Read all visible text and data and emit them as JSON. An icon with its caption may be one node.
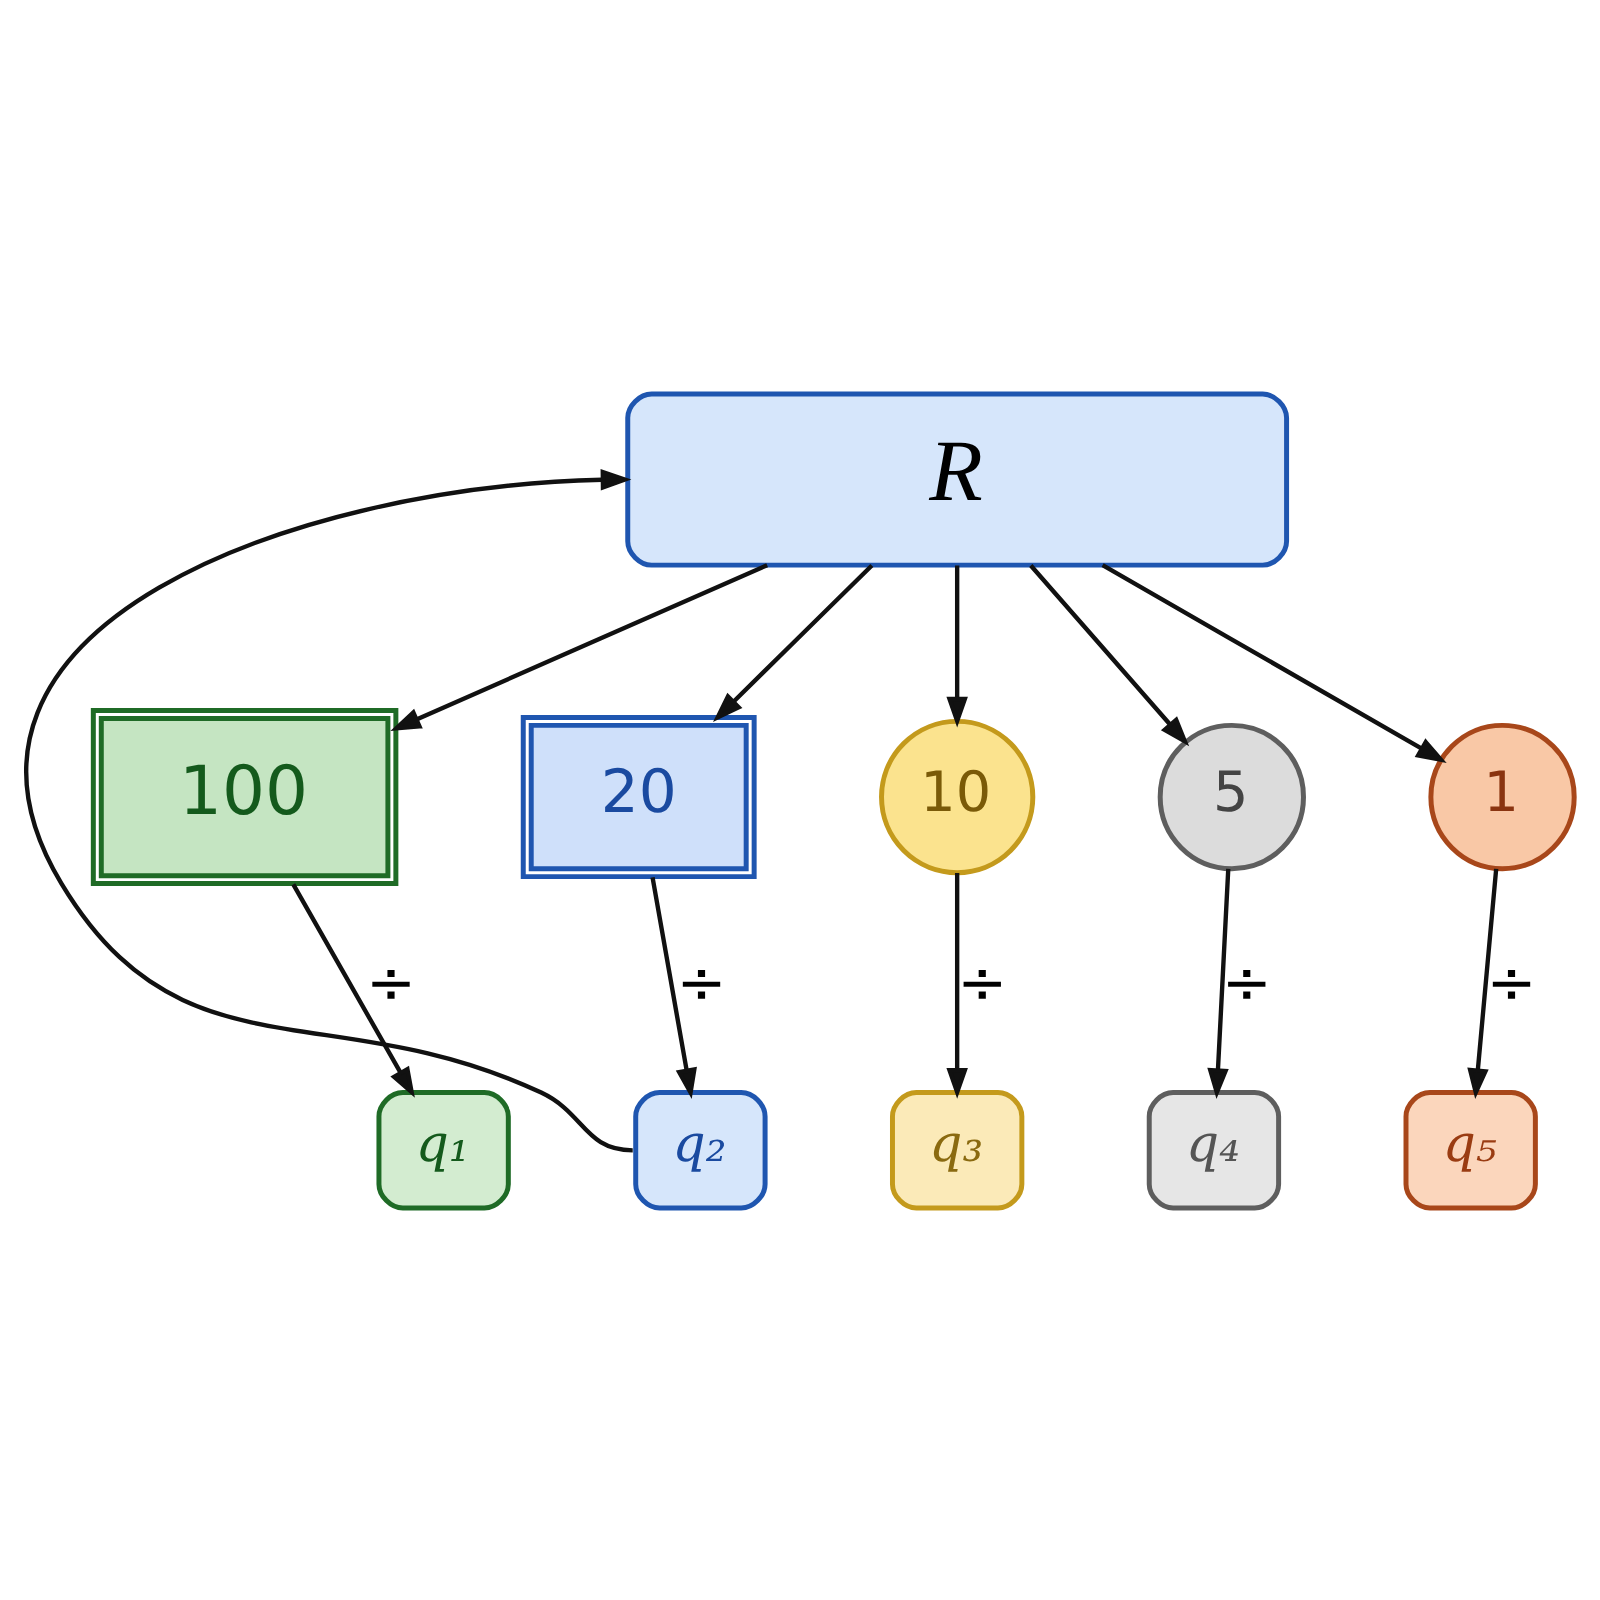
{
  "diagram": {
    "nodes": [
      {
        "text": [
          "R"
        ]
      },
      {
        "text": [
          "100"
        ]
      },
      {
        "text": [
          "20"
        ]
      },
      {
        "text": [
          "10"
        ]
      },
      {
        "text": [
          "5"
        ]
      },
      {
        "text": [
          "1"
        ]
      },
      {
        "text": [
          "q₁"
        ]
      },
      {
        "text": [
          "q₂"
        ]
      },
      {
        "text": [
          "q₃"
        ]
      },
      {
        "text": [
          "q₄"
        ]
      },
      {
        "text": [
          "q₅"
        ]
      }
    ],
    "edges": [
      {
        "from": 0,
        "to": 1,
        "arrow": "to"
      },
      {
        "from": 0,
        "to": 2,
        "arrow": "to"
      },
      {
        "from": 0,
        "to": 3,
        "arrow": "to"
      },
      {
        "from": 0,
        "to": 4,
        "arrow": "to"
      },
      {
        "from": 0,
        "to": 5,
        "arrow": "to"
      },
      {
        "from": 1,
        "to": 6,
        "arrow": "to",
        "label": "÷"
      },
      {
        "from": 2,
        "to": 7,
        "arrow": "to",
        "label": "÷"
      },
      {
        "from": 3,
        "to": 8,
        "arrow": "to",
        "label": "÷"
      },
      {
        "from": 4,
        "to": 9,
        "arrow": "to",
        "label": "÷"
      },
      {
        "from": 5,
        "to": 10,
        "arrow": "to",
        "label": "÷"
      },
      {
        "from": 7,
        "to": 0,
        "arrow": "to"
      }
    ]
  }
}
